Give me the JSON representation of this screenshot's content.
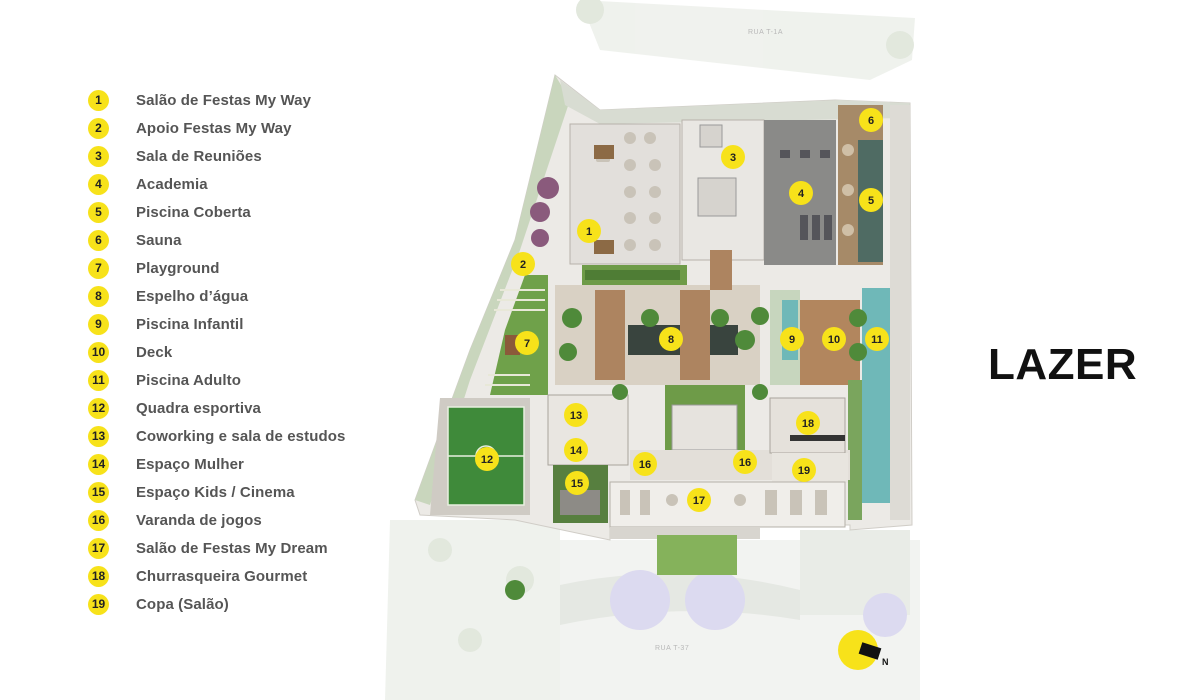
{
  "title": "LAZER",
  "streets": {
    "top": "RUA T-1A",
    "bottom": "RUA T-37"
  },
  "compass": {
    "label": "N"
  },
  "legend": [
    {
      "num": "1",
      "label": "Salão de Festas My Way"
    },
    {
      "num": "2",
      "label": "Apoio Festas My Way"
    },
    {
      "num": "3",
      "label": "Sala de Reuniões"
    },
    {
      "num": "4",
      "label": "Academia"
    },
    {
      "num": "5",
      "label": "Piscina Coberta"
    },
    {
      "num": "6",
      "label": "Sauna"
    },
    {
      "num": "7",
      "label": "Playground"
    },
    {
      "num": "8",
      "label": "Espelho d’água"
    },
    {
      "num": "9",
      "label": "Piscina Infantil"
    },
    {
      "num": "10",
      "label": "Deck"
    },
    {
      "num": "11",
      "label": "Piscina Adulto"
    },
    {
      "num": "12",
      "label": "Quadra esportiva"
    },
    {
      "num": "13",
      "label": "Coworking e sala de estudos"
    },
    {
      "num": "14",
      "label": "Espaço Mulher"
    },
    {
      "num": "15",
      "label": "Espaço Kids / Cinema"
    },
    {
      "num": "16",
      "label": "Varanda de jogos"
    },
    {
      "num": "17",
      "label": "Salão de Festas My Dream"
    },
    {
      "num": "18",
      "label": "Churrasqueira Gourmet"
    },
    {
      "num": "19",
      "label": "Copa (Salão)"
    }
  ],
  "markers": [
    "1",
    "2",
    "3",
    "4",
    "5",
    "6",
    "7",
    "8",
    "9",
    "10",
    "11",
    "12",
    "13",
    "14",
    "15",
    "16",
    "16",
    "17",
    "18",
    "19"
  ],
  "colors": {
    "marker": "#f7e21a",
    "pool": "#6fb8b8",
    "lawn": "#6fa14a",
    "court": "#3f8a3a",
    "floor": "#e4e1dc"
  }
}
